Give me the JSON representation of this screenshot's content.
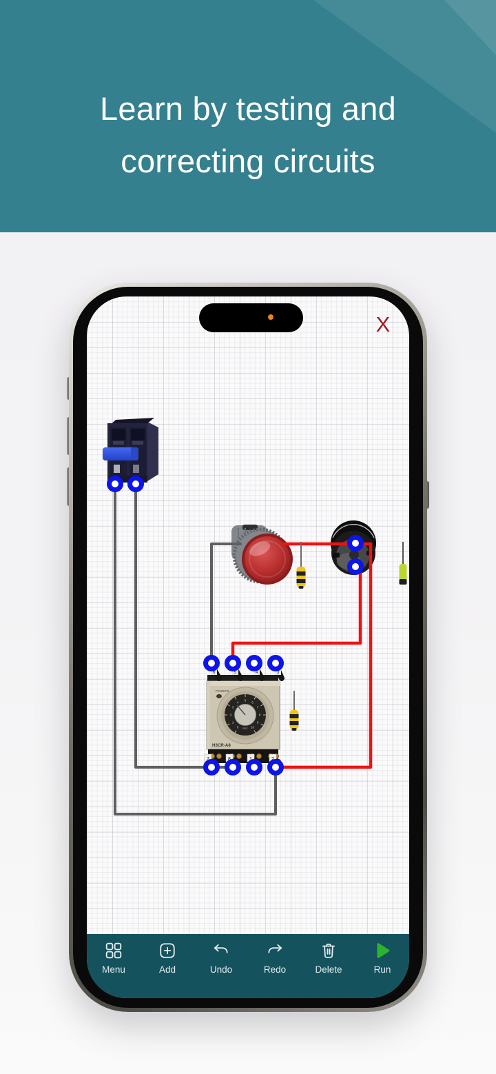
{
  "header": {
    "title_line1": "Learn by testing and",
    "title_line2": "correcting circuits"
  },
  "phone": {
    "close_label": "X"
  },
  "canvas": {
    "components": {
      "timer_relay": {
        "power_label": "POWER",
        "model_label": "H3CR-A8",
        "dial_unit": "SEC",
        "dial_numbers": [
          "0",
          "1",
          "2",
          "3",
          "4",
          "5",
          "6",
          "7",
          "8",
          "9",
          "10"
        ],
        "top_pin_labels": [
          "6",
          "5",
          "4",
          "3"
        ],
        "bottom_pin_labels": [
          "7",
          "8",
          "1",
          "2"
        ]
      }
    }
  },
  "toolbar": {
    "items": [
      {
        "icon": "menu-grid-icon",
        "label": "Menu"
      },
      {
        "icon": "add-icon",
        "label": "Add"
      },
      {
        "icon": "undo-icon",
        "label": "Undo"
      },
      {
        "icon": "redo-icon",
        "label": "Redo"
      },
      {
        "icon": "delete-icon",
        "label": "Delete"
      },
      {
        "icon": "run-icon",
        "label": "Run"
      }
    ]
  },
  "colors": {
    "header_teal": "#35808f",
    "header_teal_light": "#3f919e",
    "header_teal_lighter": "#479aa8",
    "toolbar_teal": "#14525e",
    "wire_red": "#ee1212",
    "wire_gray": "#5f5f5f",
    "terminal_blue": "#0d15e8",
    "run_green": "#2db22d",
    "close_red": "#9f1b22",
    "island_dot_orange": "#e5861a"
  }
}
